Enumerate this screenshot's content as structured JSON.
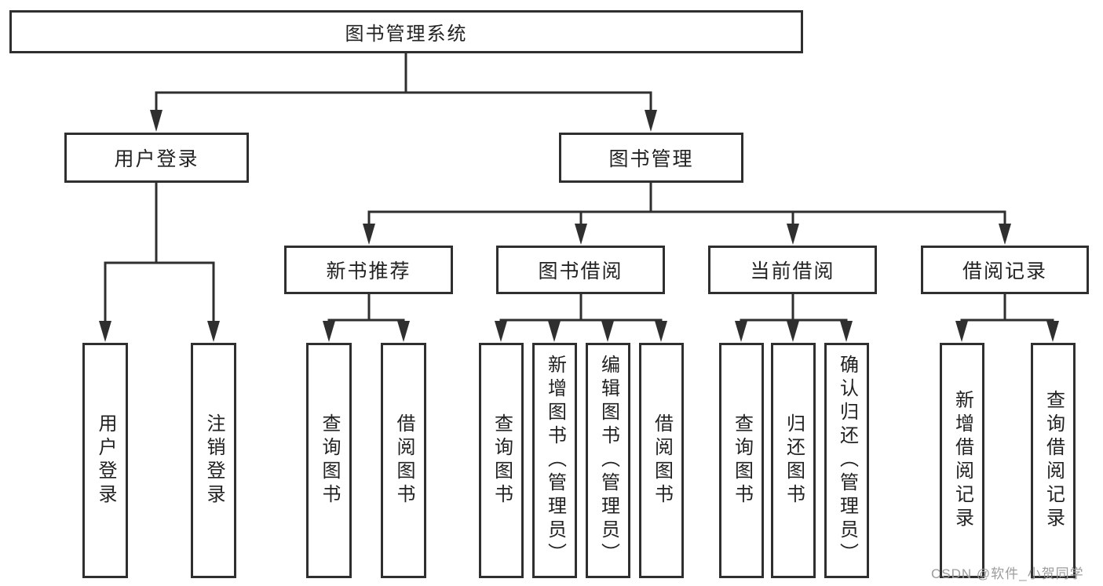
{
  "diagram_type": "function-structure-tree",
  "tree": {
    "label": "图书管理系统",
    "children": [
      {
        "label": "用户登录",
        "children": [
          {
            "label": "用户登录"
          },
          {
            "label": "注销登录"
          }
        ]
      },
      {
        "label": "图书管理",
        "children": [
          {
            "label": "新书推荐",
            "children": [
              {
                "label": "查询图书"
              },
              {
                "label": "借阅图书"
              }
            ]
          },
          {
            "label": "图书借阅",
            "children": [
              {
                "label": "查询图书"
              },
              {
                "label": "新增图书（管理员）"
              },
              {
                "label": "编辑图书（管理员）"
              },
              {
                "label": "借阅图书"
              }
            ]
          },
          {
            "label": "当前借阅",
            "children": [
              {
                "label": "查询图书"
              },
              {
                "label": "归还图书"
              },
              {
                "label": "确认归还（管理员）"
              }
            ]
          },
          {
            "label": "借阅记录",
            "children": [
              {
                "label": "新增借阅记录"
              },
              {
                "label": "查询借阅记录"
              }
            ]
          }
        ]
      }
    ]
  },
  "watermark": {
    "text": "CSDN @软件_小贺同学"
  },
  "colors": {
    "line": "#2f2f2f",
    "box_border": "#2f2f2f",
    "text": "#222222",
    "watermark": "#9c9c9c",
    "background": "#ffffff"
  }
}
